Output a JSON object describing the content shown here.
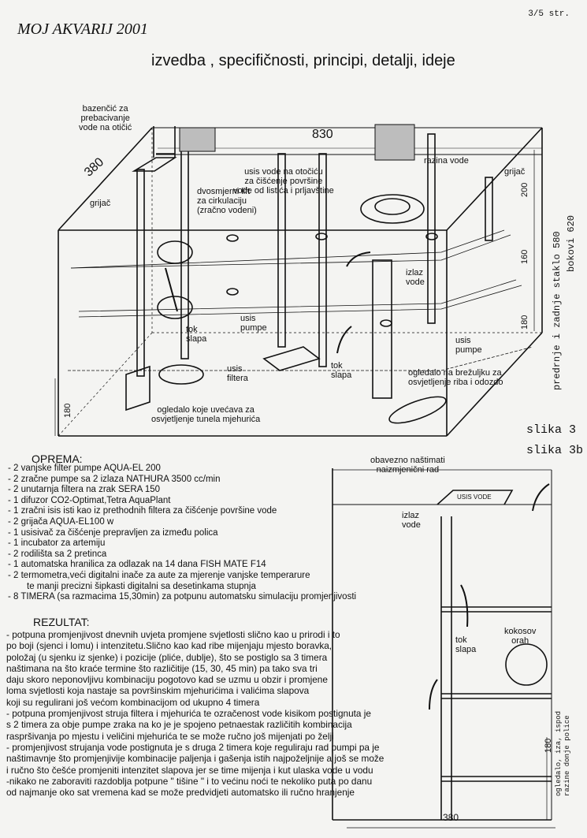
{
  "page": {
    "number": "3/5 str.",
    "title": "MOJ AKVARIJ 2001",
    "subtitle": "izvedba , specifičnosti, principi, detalji, ideje"
  },
  "fig3": {
    "label": "slika 3",
    "dims": {
      "length": "830",
      "depth": "380",
      "h200": "200",
      "h160": "160",
      "h180": "180",
      "h180b": "180",
      "side_right": "predrnje i zadnje staklo 580",
      "side_right2": "bokovi 620"
    },
    "labels": {
      "bazencic": [
        "bazenčić za",
        "prebacivanje",
        "vode na otičić"
      ],
      "grijac_left": "grijač",
      "grijac_right": "grijač",
      "lift": [
        "dvosmjerni lift",
        "za cirkulaciju",
        "(zračno vodeni)"
      ],
      "usis_otocic": [
        "usis vode na otočiću",
        "za čišćenje površine",
        "vode od listića i prljavštine"
      ],
      "razina": "razina vode",
      "izlaz": [
        "izlaz",
        "vode"
      ],
      "tok_slapa_left": [
        "tok",
        "slapa"
      ],
      "usis_pumpe_left": [
        "usis",
        "pumpe"
      ],
      "usis_pumpe_right": [
        "usis",
        "pumpe"
      ],
      "usis_filtera": [
        "usis",
        "filtera"
      ],
      "tok_slapa_mid": [
        "tok",
        "slapa"
      ],
      "ogledalo_brezuljak": [
        "ogledalo na brežuljku za",
        "osvjetljenje riba i odozdo"
      ],
      "ogledalo_tunel": [
        "ogledalo koje uvećava za",
        "osvjetljenje tunela mjehurića"
      ]
    }
  },
  "fig3b": {
    "label": "slika 3b",
    "labels": {
      "nastimati": [
        "obavezno naštimati",
        "naizmjenični rad"
      ],
      "usis_vode": "USIS VODE",
      "izlaz": [
        "izlaz",
        "vode"
      ],
      "tok_slapa": [
        "tok",
        "slapa"
      ],
      "kokos": [
        "kokosov",
        "orah"
      ],
      "dim_180": "180",
      "dim_380": "380",
      "side": [
        "ogledalo, iza, ispod",
        "razine donje police"
      ]
    }
  },
  "oprema": {
    "heading": "OPREMA:",
    "items": [
      "- 2 vanjske filter pumpe AQUA-EL 200",
      "- 2 zračne pumpe sa 2 izlaza NATHURA 3500 cc/min",
      "- 2 unutarnja filtera na zrak SERA 150",
      "- 1 difuzor CO2-Optimat,Tetra AquaPlant",
      "- 1 zračni isis isti kao iz prethodnih filtera za čišćenje površine vode",
      "- 2 grijača AQUA-EL100 w",
      "- 1 usisivač za čišćenje prepravljen  za između polica",
      "- 1 incubator za artemiju",
      "- 2 rodilišta sa 2 pretinca",
      "- 1 automatska hranilica za odlazak na 14 dana FISH MATE F14",
      "- 2 termometra,veći digitalni inače za aute za mjerenje vanjske temperarure",
      "te manji  precizni šipkasti digitalni sa desetinkama stupnja",
      "- 8 TIMERA (sa razmacima 15,30min) za potpunu automatsku simulaciju promjenjivosti"
    ]
  },
  "rezultat": {
    "heading": "REZULTAT:",
    "lines": [
      "-  potpuna promjenjivost dnevnih uvjeta promjene svjetlosti slično kao u prirodi i to",
      "po boji  (sjenci i lomu)  i intenzitetu.Slično kao kad ribe mijenjaju mjesto boravka,",
      "položaj (u sjenku iz sjenke)  i pozicije (pliće, dublje), što se postiglo sa 3 timera",
      "naštimana na što kraće termine što različitije (15, 30, 45 min) pa tako sva tri",
      "daju skoro neponovljivu kombinaciju pogotovo kad se uzmu u obzir i promjene",
      "loma svjetlosti koja nastaje sa površinskim mjehurićima i valićima slapova",
      "koji su regulirani još većom kombinacijom  od ukupno 4 timera",
      "-  potpuna promjenjivost struja filtera i mjehurića te ozračenost vode kisikom postignuta je",
      "s 2 timera za obje pumpe zraka na ko je je spojeno petnaestak različitih kombinacija",
      "raspršivanja po mjestu i veličini mjehurića te se može ručno još mijenjati po želji",
      "-  promjenjivost strujanja vode postignuta je s druga 2 timera koje reguliraju rad pumpi pa je",
      "naštimavnje što promjenjivije kombinacije paljenja i gašenja istih najpoželjnije a još se može",
      "i ručno što češće promjeniti intenzitet slapova jer se time mijenja i kut ulaska vode u vodu",
      "-nikako ne zaboraviti razdoblja potpune \" tišine \" i to većinu noći te nekoliko puta po danu",
      "od najmanje oko sat vremena kad se može predvidjeti automatsko ili ručno hranjenje"
    ]
  }
}
